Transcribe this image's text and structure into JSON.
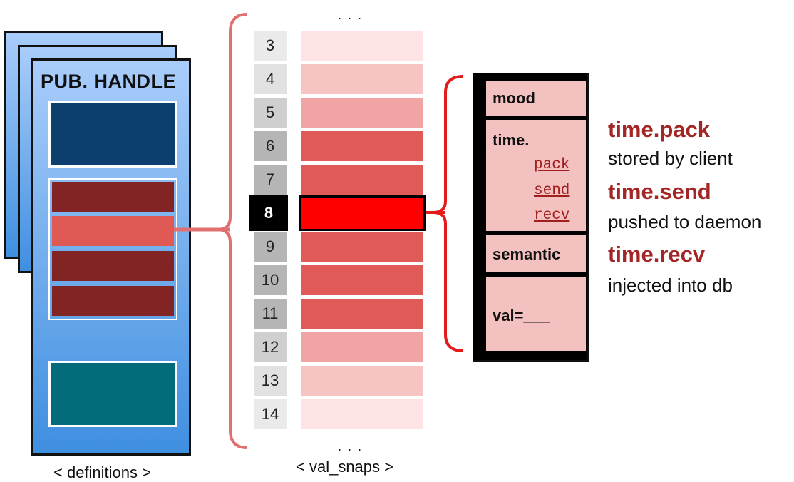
{
  "handle": {
    "title": "PUB. HANDLE",
    "caption": "< definitions >"
  },
  "colors": {
    "navy": "#0c3f6e",
    "maroon": "#822424",
    "highlight_field": "#e05a55",
    "teal": "#036b7a",
    "bracket_pink": "#e07070",
    "bracket_red": "#e31b1b",
    "accent_text": "#a32626"
  },
  "snaps": {
    "caption": "< val_snaps >",
    "dots_top": ". . .",
    "dots_bottom": ". . .",
    "rows": [
      {
        "index": "3",
        "cell_color": "#fde3e3",
        "index_bg": "#eaeaea"
      },
      {
        "index": "4",
        "cell_color": "#f7c4c4",
        "index_bg": "#e1e1e1"
      },
      {
        "index": "5",
        "cell_color": "#f0a4a4",
        "index_bg": "#cfcfcf"
      },
      {
        "index": "6",
        "cell_color": "#e05a58",
        "index_bg": "#b5b5b5"
      },
      {
        "index": "7",
        "cell_color": "#e05a58",
        "index_bg": "#b5b5b5"
      },
      {
        "index": "8",
        "cell_color": "#ff0000",
        "index_bg": "#000000",
        "selected": true
      },
      {
        "index": "9",
        "cell_color": "#e05a58",
        "index_bg": "#b5b5b5"
      },
      {
        "index": "10",
        "cell_color": "#e05a58",
        "index_bg": "#b5b5b5"
      },
      {
        "index": "11",
        "cell_color": "#e05a58",
        "index_bg": "#b5b5b5"
      },
      {
        "index": "12",
        "cell_color": "#f0a4a4",
        "index_bg": "#cfcfcf"
      },
      {
        "index": "13",
        "cell_color": "#f7c4c4",
        "index_bg": "#e1e1e1"
      },
      {
        "index": "14",
        "cell_color": "#fde3e3",
        "index_bg": "#eaeaea"
      }
    ]
  },
  "record": {
    "mood": "mood",
    "time_prefix": "time.",
    "time_subs": [
      "pack",
      "send",
      "recv"
    ],
    "semantic": "semantic",
    "val": "val=___"
  },
  "legend": [
    {
      "title": "time.pack",
      "desc": "stored by client"
    },
    {
      "title": "time.send",
      "desc": "pushed to daemon"
    },
    {
      "title": "time.recv",
      "desc": "injected into db"
    }
  ]
}
